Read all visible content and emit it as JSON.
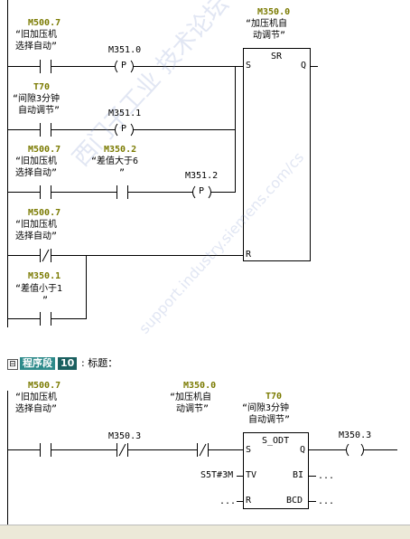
{
  "network9": {
    "rung1": {
      "contact1": {
        "address": "M500.7",
        "comment1": "“旧加压机",
        "comment2": "选择自动”"
      },
      "coil1": {
        "address": "M351.0",
        "symbol": "P"
      },
      "sr": {
        "address": "M350.0",
        "comment1": "“加压机自",
        "comment2": "动调节”",
        "type": "SR",
        "pin_s": "S",
        "pin_q": "Q",
        "pin_r": "R"
      }
    },
    "rung2": {
      "contact1": {
        "address": "T70",
        "comment1": "“间隙3分钟",
        "comment2": "自动调节”"
      },
      "coil1": {
        "address": "M351.1",
        "symbol": "P"
      }
    },
    "rung3": {
      "contact1": {
        "address": "M500.7",
        "comment1": "“旧加压机",
        "comment2": "选择自动”"
      },
      "contact2": {
        "address": "M350.2",
        "comment1": "“差值大于6",
        "comment2": "”"
      },
      "coil1": {
        "address": "M351.2",
        "symbol": "P"
      }
    },
    "rung4": {
      "contact1": {
        "address": "M500.7",
        "comment1": "“旧加压机",
        "comment2": "选择自动”"
      },
      "contact2": {
        "address": "M350.1",
        "comment1": "“差值小于1",
        "comment2": "”"
      }
    }
  },
  "segment": {
    "toggle": "⊟",
    "label": "程序段",
    "number": "10",
    "title": ": 标题："
  },
  "network10": {
    "contact1": {
      "address": "M500.7",
      "comment1": "“旧加压机",
      "comment2": "选择自动”"
    },
    "contact2": {
      "address": "M350.3"
    },
    "contact3": {
      "address": "M350.0",
      "comment1": "“加压机自",
      "comment2": "动调节”"
    },
    "timer": {
      "address": "T70",
      "comment1": "“间隙3分钟",
      "comment2": "自动调节”",
      "type": "S_ODT",
      "pin_s": "S",
      "pin_q": "Q",
      "pin_tv": "TV",
      "pin_bi": "BI",
      "pin_r": "R",
      "pin_bcd": "BCD",
      "tv_value": "S5T#3M",
      "bi_out": "...",
      "r_in": "...",
      "bcd_out": "..."
    },
    "coil": {
      "address": "M350.3"
    }
  },
  "watermark": {
    "line1": "西门子工业  技术论坛",
    "line2": "support.industry.siemens.com/cs"
  },
  "colors": {
    "address": "#7a7a00",
    "segment_label": "#2d8a8a",
    "segment_number": "#1a5f5f"
  }
}
